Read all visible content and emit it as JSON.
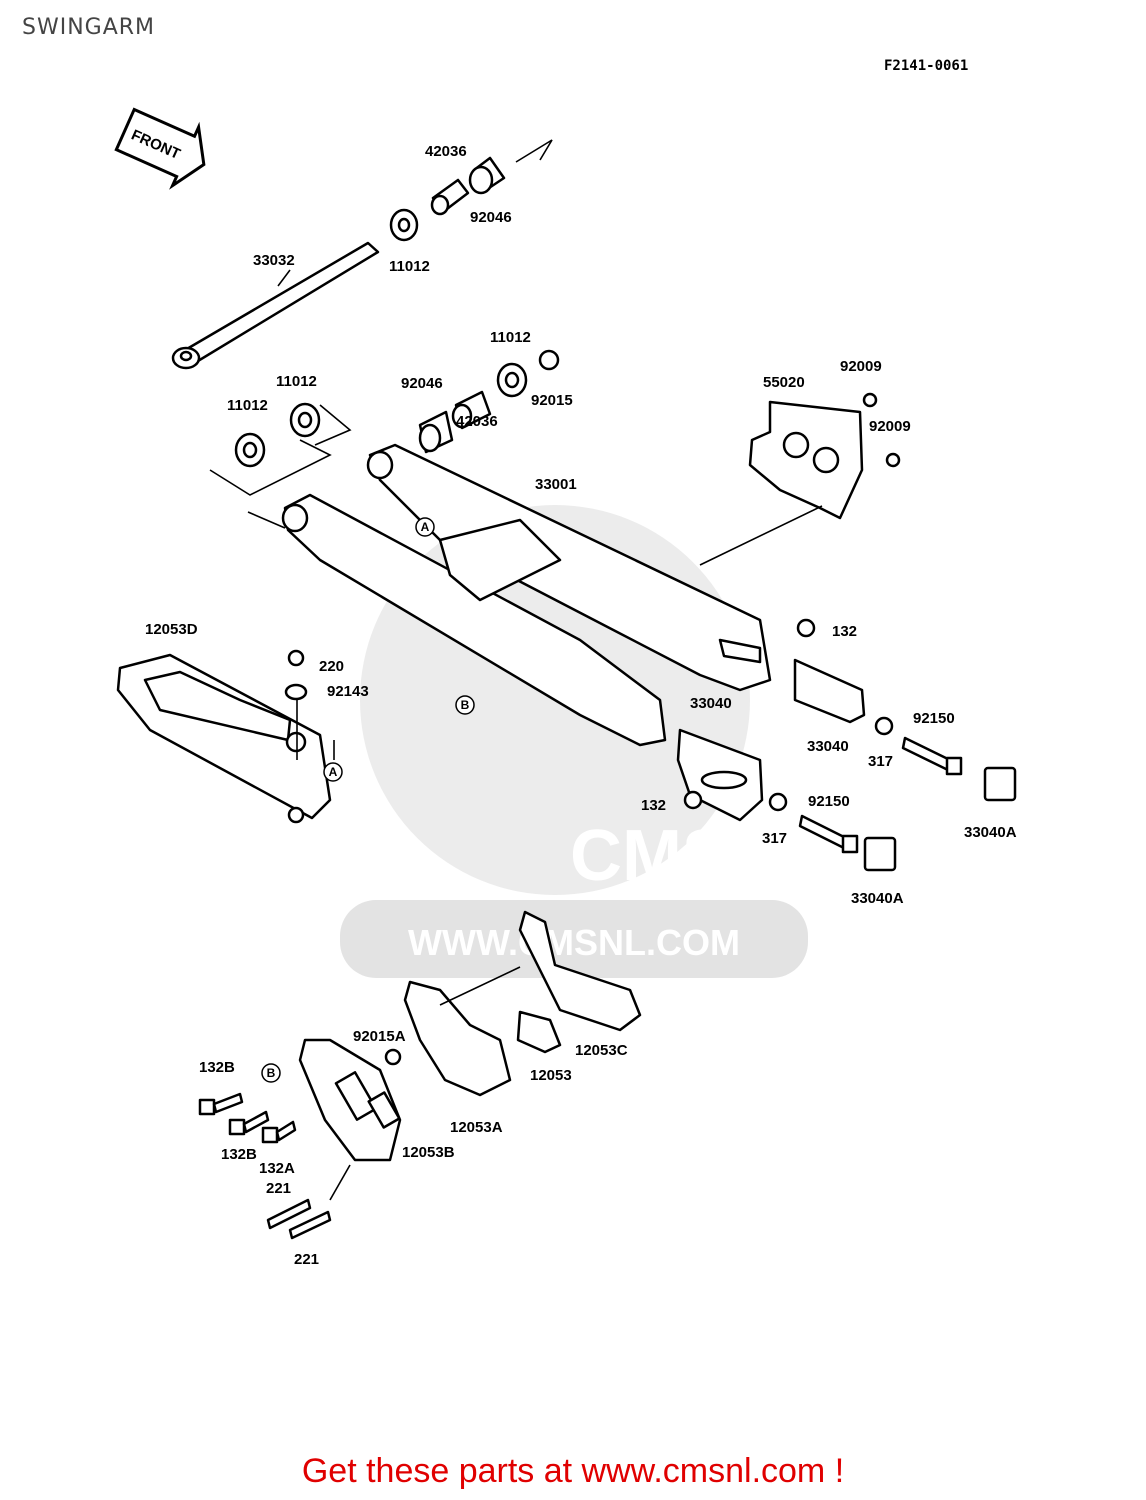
{
  "page": {
    "title": "SWINGARM",
    "figure_code": "F2141-0061",
    "banner": "Get these parts at www.cmsnl.com !"
  },
  "watermark": {
    "brand": "CMS",
    "url": "WWW.CMSNL.COM"
  },
  "front_arrow": {
    "label": "FRONT"
  },
  "part_labels": [
    "42036",
    "92046",
    "11012",
    "33032",
    "11012",
    "92015",
    "92046",
    "42036",
    "11012",
    "11012",
    "55020",
    "92009",
    "92009",
    "33001",
    "12053D",
    "220",
    "92143",
    "132",
    "33040",
    "33040",
    "92150",
    "317",
    "33040A",
    "132",
    "317",
    "92150",
    "33040A",
    "92015A",
    "12053C",
    "12053",
    "132B",
    "12053A",
    "132B",
    "12053B",
    "132A",
    "221",
    "221"
  ],
  "reference_marks": [
    "A",
    "A",
    "B",
    "B"
  ],
  "colors": {
    "banner": "#e00000",
    "watermark": "#e6e6e6",
    "line": "#000000"
  }
}
